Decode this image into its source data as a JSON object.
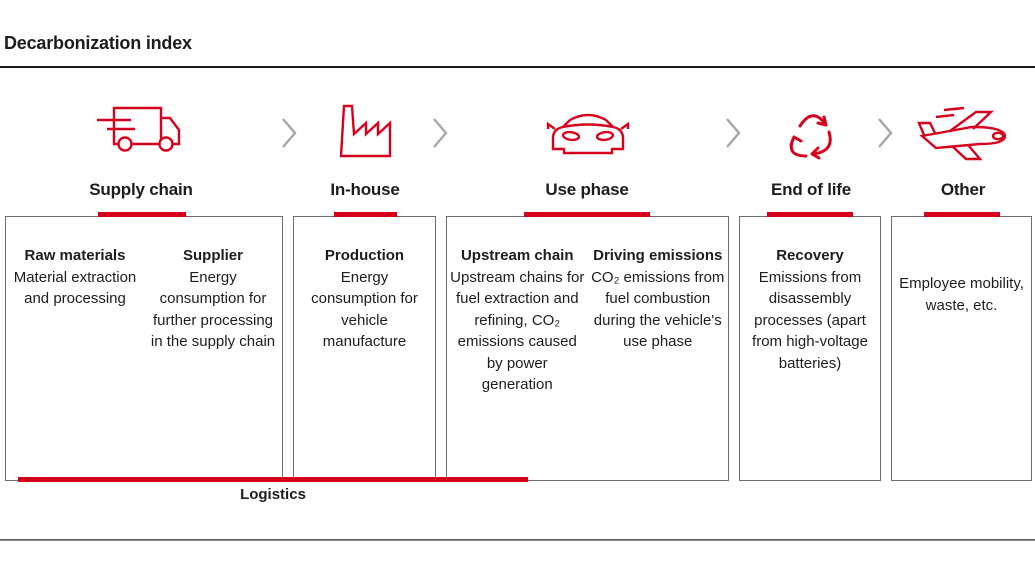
{
  "page": {
    "title": "Decarbonization index"
  },
  "colors": {
    "accent_red": "#d5001c",
    "text": "#1d1d1b",
    "box_border": "#6e6e6e",
    "chevron_grey": "#a6a6a6"
  },
  "stages": [
    {
      "label": "Supply chain",
      "icon": "truck-icon",
      "items": [
        {
          "heading": "Raw materials",
          "description": "Material extraction and processing"
        },
        {
          "heading": "Supplier",
          "description": "Energy consumption for further processing in the supply chain"
        }
      ]
    },
    {
      "label": "In-house",
      "icon": "factory-icon",
      "items": [
        {
          "heading": "Production",
          "description": "Energy consumption for vehicle manufacture"
        }
      ]
    },
    {
      "label": "Use phase",
      "icon": "car-icon",
      "items": [
        {
          "heading": "Upstream chain",
          "description": "Upstream chains for fuel extraction and refining, CO₂ emissions caused by power generation"
        },
        {
          "heading": "Driving emissions",
          "description": "CO₂ emissions from fuel combustion during the vehicle's use phase"
        }
      ]
    },
    {
      "label": "End of life",
      "icon": "recycle-icon",
      "items": [
        {
          "heading": "Recovery",
          "description": "Emissions from disassembly processes (apart from high-voltage batteries)"
        }
      ]
    },
    {
      "label": "Other",
      "icon": "plane-icon",
      "items": [
        {
          "heading": "",
          "description": "Employee mobility, waste, etc."
        }
      ]
    }
  ],
  "footer": {
    "logistics_label": "Logistics"
  }
}
